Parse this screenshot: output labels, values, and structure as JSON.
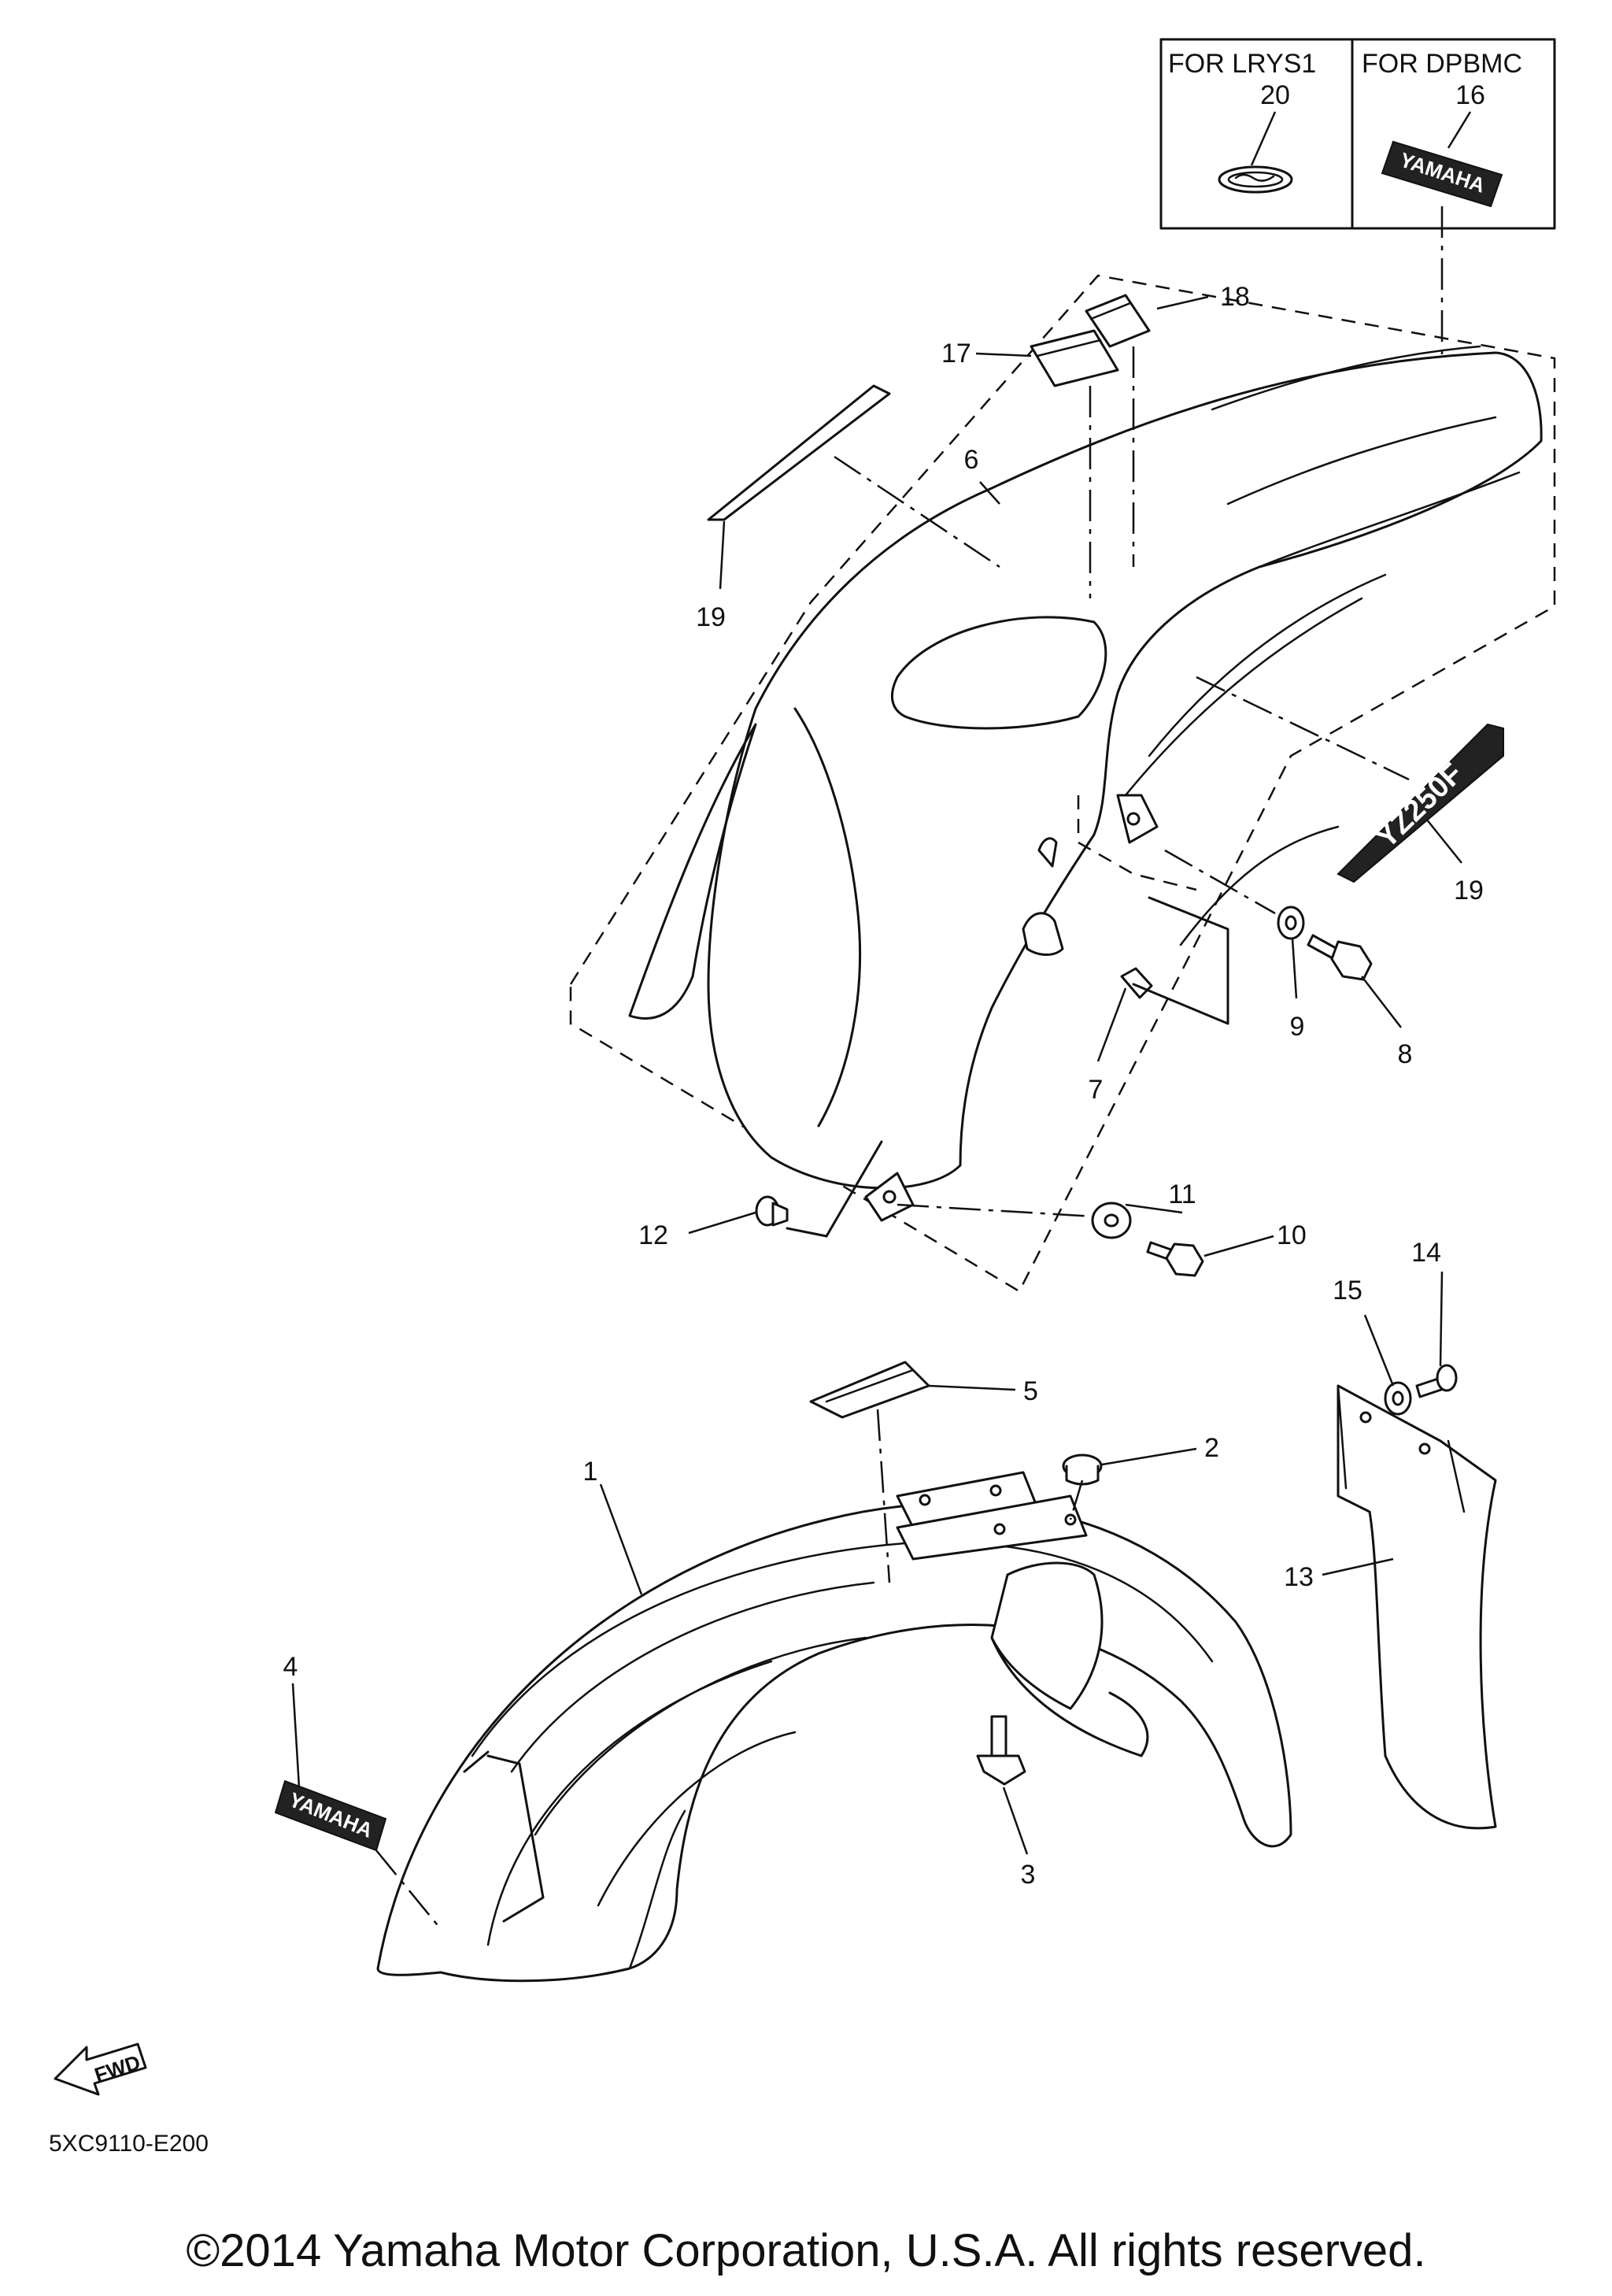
{
  "box": {
    "left_header": "FOR LRYS1",
    "right_header": "FOR DPBMC",
    "left_part": "20",
    "right_part": "16"
  },
  "callouts": {
    "c1": "1",
    "c2": "2",
    "c3": "3",
    "c4": "4",
    "c5": "5",
    "c6": "6",
    "c7": "7",
    "c8": "8",
    "c9": "9",
    "c10": "10",
    "c11": "11",
    "c12": "12",
    "c13": "13",
    "c14": "14",
    "c15": "15",
    "c17": "17",
    "c18": "18",
    "c19a": "19",
    "c19b": "19"
  },
  "decals": {
    "brand_a": "YAMAHA",
    "brand_b": "YAMAHA",
    "model": "YZ250F"
  },
  "fwd_label": "FWD",
  "diagram_code": "5XC9110-E200",
  "copyright": "©2014 Yamaha Motor Corporation, U.S.A. All rights reserved."
}
